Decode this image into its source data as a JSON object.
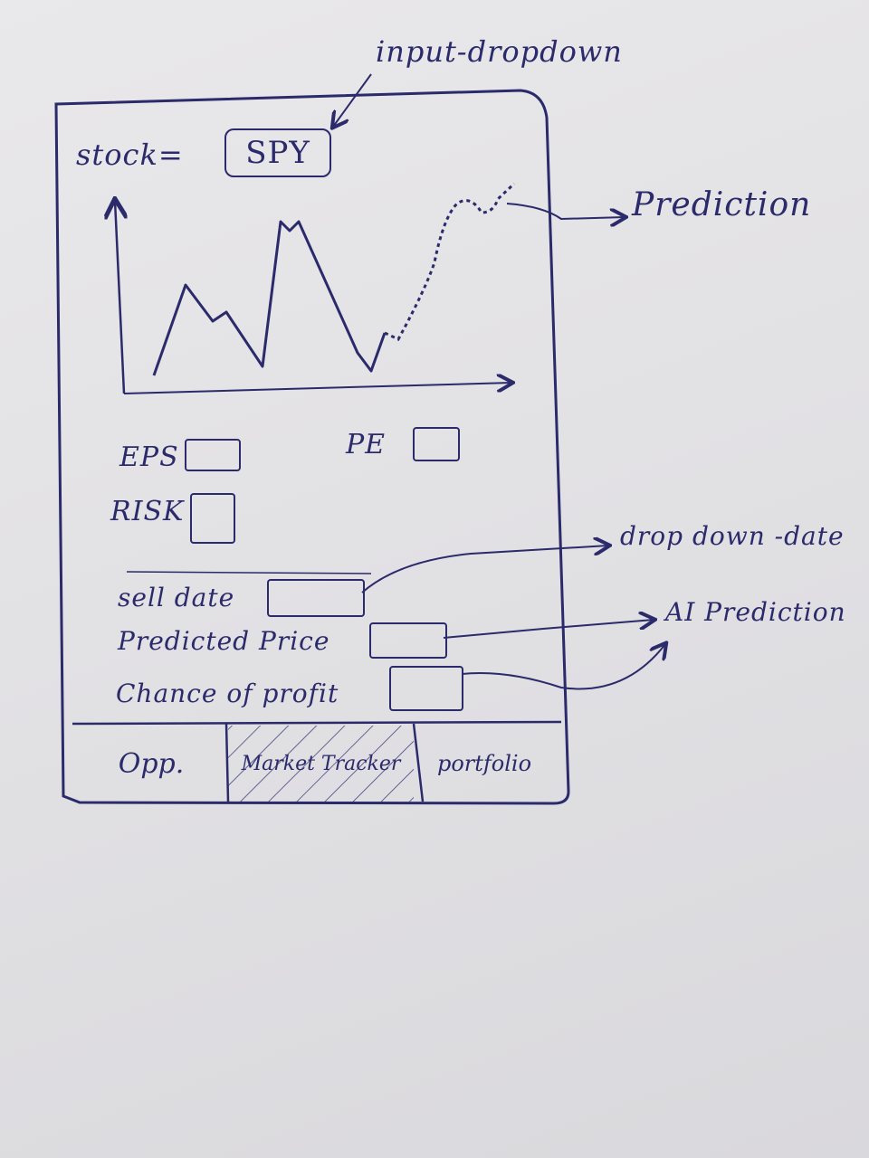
{
  "annotations": {
    "input_dropdown": "input-dropdown",
    "prediction": "Prediction",
    "dropdown_date": "drop down -date",
    "ai_prediction": "AI Prediction"
  },
  "stock": {
    "label": "stock=",
    "value": "SPY"
  },
  "metrics": {
    "eps_label": "EPS",
    "pe_label": "PE",
    "risk_label": "RISK"
  },
  "trade": {
    "sell_date_label": "sell date",
    "predicted_price_label": "Predicted Price",
    "chance_of_profit_label": "Chance of profit"
  },
  "tabs": [
    {
      "label": "Opp."
    },
    {
      "label": "Market Tracker"
    },
    {
      "label": "portfolio"
    }
  ],
  "colors": {
    "ink": "#2b2a6b",
    "paper": "#e4e3e6"
  }
}
